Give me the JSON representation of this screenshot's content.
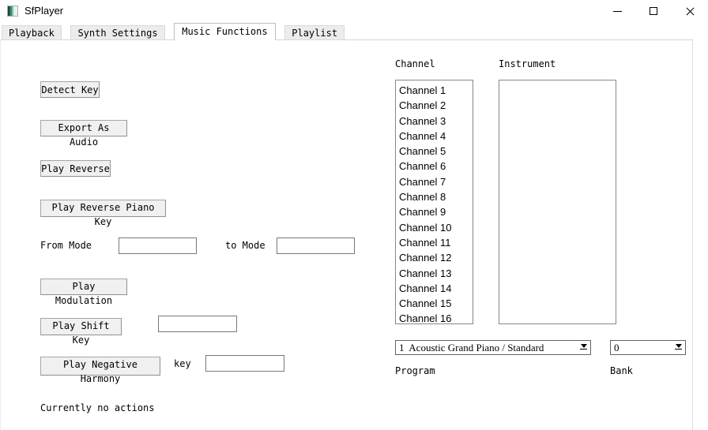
{
  "window": {
    "title": "SfPlayer",
    "controls": [
      "minimize",
      "maximize",
      "close"
    ]
  },
  "tabs": {
    "items": [
      {
        "label": "Playback",
        "active": false
      },
      {
        "label": "Synth Settings",
        "active": false
      },
      {
        "label": "Music Functions",
        "active": true
      },
      {
        "label": "Playlist",
        "active": false
      }
    ]
  },
  "left_panel": {
    "detect_key_button": "Detect Key",
    "export_as_audio_button": "Export As Audio",
    "play_reverse_button": "Play Reverse",
    "play_reverse_piano_key_button": "Play Reverse Piano Key",
    "from_mode_label": "From Mode",
    "to_mode_label": "to Mode",
    "from_mode_value": "",
    "to_mode_value": "",
    "play_modulation_button": "Play Modulation",
    "play_shift_key_button": "Play Shift Key",
    "shift_key_value": "",
    "play_negative_harmony_button": "Play Negative Harmony",
    "key_label": "key",
    "negative_harmony_key_value": "",
    "status_text": "Currently no actions"
  },
  "right_panel": {
    "channel_label": "Channel",
    "instrument_label": "Instrument",
    "channels": [
      "Channel 1",
      "Channel 2",
      "Channel 3",
      "Channel 4",
      "Channel 5",
      "Channel 6",
      "Channel 7",
      "Channel 8",
      "Channel 9",
      "Channel 10",
      "Channel 11",
      "Channel 12",
      "Channel 13",
      "Channel 14",
      "Channel 15",
      "Channel 16"
    ],
    "instruments": [],
    "program_combo": {
      "value": "1  Acoustic Grand Piano / Standard"
    },
    "bank_combo": {
      "value": "0"
    },
    "program_label": "Program",
    "bank_label": "Bank"
  },
  "colors": {
    "button_face": "#f0f0f0",
    "tab_inactive": "#ececec",
    "titlebar_bg": "#ffffff",
    "app_icon_teal": "#3f8a70"
  }
}
